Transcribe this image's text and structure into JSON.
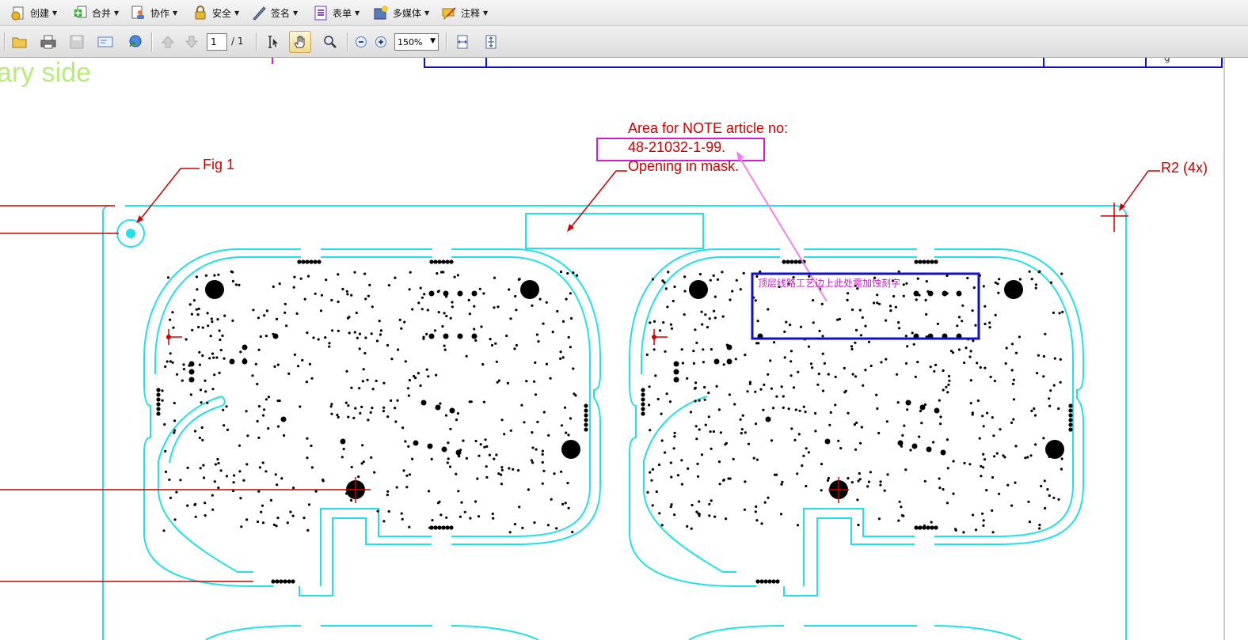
{
  "menubar": {
    "items": [
      {
        "label": "创建",
        "icon": "create-icon"
      },
      {
        "label": "合并",
        "icon": "combine-icon"
      },
      {
        "label": "协作",
        "icon": "collaborate-icon"
      },
      {
        "label": "安全",
        "icon": "lock-icon"
      },
      {
        "label": "签名",
        "icon": "pen-icon"
      },
      {
        "label": "表单",
        "icon": "form-icon"
      },
      {
        "label": "多媒体",
        "icon": "multimedia-icon"
      },
      {
        "label": "注释",
        "icon": "comment-icon"
      }
    ]
  },
  "toolbar": {
    "page_value": "1",
    "page_total": "/ 1",
    "zoom_value": "150%"
  },
  "drawing": {
    "side_label": "ary side",
    "fig_label": "Fig 1",
    "note_line1": "Area for NOTE article no:",
    "note_line2": "48-21032-1-99.",
    "note_line3": "Opening in mask.",
    "radius_label": "R2 (4x)",
    "comment_text": "顶层线路工艺边上此处需加蚀刻字"
  },
  "colors": {
    "board_outline": "#22e0e8",
    "dimension": "#cc0000",
    "annotation_magenta": "#d81ad8",
    "comment_box": "#1010c8",
    "side_label": "#b8ec7a"
  }
}
